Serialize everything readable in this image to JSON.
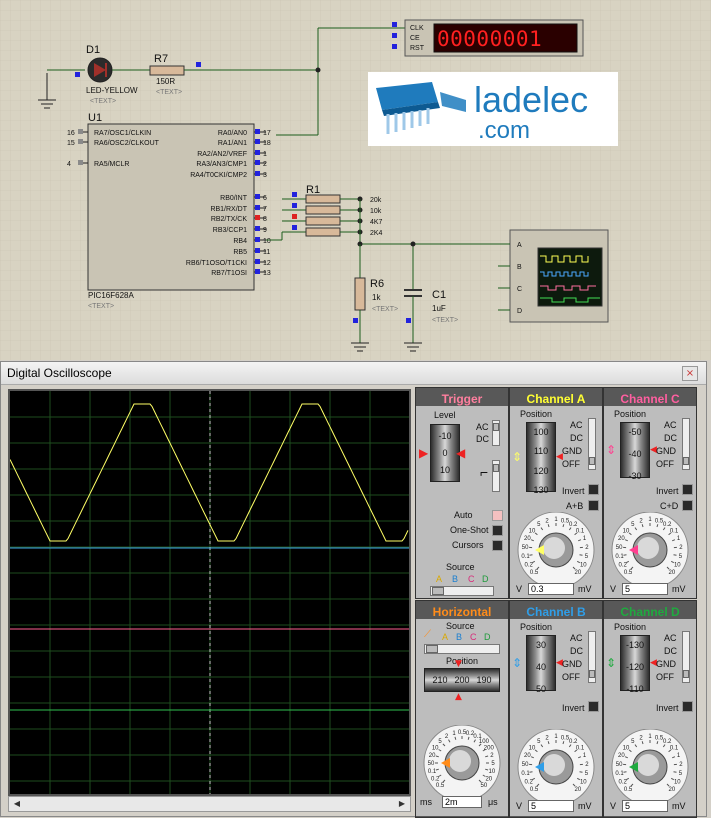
{
  "schematic": {
    "d1": {
      "ref": "D1",
      "value": "LED-YELLOW",
      "text": "<TEXT>"
    },
    "r7": {
      "ref": "R7",
      "value": "150R",
      "text": "<TEXT>"
    },
    "u1": {
      "ref": "U1",
      "part": "PIC16F628A",
      "text": "<TEXT>",
      "left_pins": [
        {
          "num": "16",
          "name": "RA7/OSC1/CLKIN"
        },
        {
          "num": "15",
          "name": "RA6/OSC2/CLKOUT"
        },
        {
          "num": "4",
          "name": "RA5/MCLR"
        }
      ],
      "right_pins": [
        {
          "num": "17",
          "name": "RA0/AN0"
        },
        {
          "num": "18",
          "name": "RA1/AN1"
        },
        {
          "num": "1",
          "name": "RA2/AN2/VREF"
        },
        {
          "num": "2",
          "name": "RA3/AN3/CMP1"
        },
        {
          "num": "3",
          "name": "RA4/T0CKI/CMP2"
        },
        {
          "num": "6",
          "name": "RB0/INT"
        },
        {
          "num": "7",
          "name": "RB1/RX/DT"
        },
        {
          "num": "8",
          "name": "RB2/TX/CK"
        },
        {
          "num": "9",
          "name": "RB3/CCP1"
        },
        {
          "num": "10",
          "name": "RB4"
        },
        {
          "num": "11",
          "name": "RB5"
        },
        {
          "num": "12",
          "name": "RB6/T1OSO/T1CKI"
        },
        {
          "num": "13",
          "name": "RB7/T1OSI"
        }
      ]
    },
    "r1": {
      "ref": "R1",
      "values": [
        "20k",
        "10k",
        "4K7",
        "2K4"
      ]
    },
    "r6": {
      "ref": "R6",
      "value": "1k",
      "text": "<TEXT>"
    },
    "c1": {
      "ref": "C1",
      "value": "1uF",
      "text": "<TEXT>"
    },
    "counter": {
      "pins": [
        "CLK",
        "CE",
        "RST"
      ],
      "display": "00000001"
    },
    "scope_block": {
      "pins": [
        "A",
        "B",
        "C",
        "D"
      ]
    },
    "logo": {
      "line1": "ladelec",
      "line2": ".com"
    }
  },
  "osc": {
    "title": "Digital Oscilloscope",
    "close": "×",
    "trigger": {
      "title": "Trigger",
      "level_label": "Level",
      "drum": [
        "-10",
        "0",
        "10"
      ],
      "ac": "AC",
      "dc": "DC",
      "auto": "Auto",
      "oneshot": "One-Shot",
      "cursors": "Cursors",
      "source_label": "Source",
      "sources": [
        "A",
        "B",
        "C",
        "D"
      ]
    },
    "channel_a": {
      "title": "Channel A",
      "position_label": "Position",
      "drum": [
        "100",
        "110",
        "120",
        "130"
      ],
      "modes": [
        "AC",
        "DC",
        "GND",
        "OFF"
      ],
      "invert": "Invert",
      "combo": "A+B",
      "dial_ticks": [
        "0.5",
        "0.2",
        "0.1",
        "50",
        "20",
        "10",
        "5",
        "2",
        "1",
        "0.5",
        "0.2",
        "0.1",
        "1",
        "2",
        "5",
        "10",
        "20"
      ],
      "volts": "V",
      "value": "0.3",
      "unit": "mV"
    },
    "channel_c": {
      "title": "Channel C",
      "position_label": "Position",
      "drum": [
        "-50",
        "-40",
        "-30"
      ],
      "modes": [
        "AC",
        "DC",
        "GND",
        "OFF"
      ],
      "invert": "Invert",
      "combo": "C+D",
      "dial_ticks": [
        "0.5",
        "0.2",
        "0.1",
        "50",
        "20",
        "10",
        "5",
        "2",
        "1",
        "0.5",
        "0.2",
        "0.1",
        "1",
        "2",
        "5",
        "10",
        "20"
      ],
      "volts": "V",
      "value": "5",
      "unit": "mV"
    },
    "horizontal": {
      "title": "Horizontal",
      "source_label": "Source",
      "sources": [
        "A",
        "B",
        "C",
        "D"
      ],
      "position_label": "Position",
      "drum": [
        "210",
        "200",
        "190"
      ],
      "dial_ticks": [
        "0.5",
        "0.2",
        "0.1",
        "50",
        "20",
        "10",
        "5",
        "2",
        "1",
        "0.5",
        "0.2",
        "0.1",
        "100",
        "200",
        "2",
        "5",
        "10",
        "20",
        "50"
      ],
      "ms": "ms",
      "value": "2m",
      "unit": "μs"
    },
    "channel_b": {
      "title": "Channel B",
      "position_label": "Position",
      "drum": [
        "30",
        "40",
        "50"
      ],
      "modes": [
        "AC",
        "DC",
        "GND",
        "OFF"
      ],
      "invert": "Invert",
      "dial_ticks": [
        "0.5",
        "0.2",
        "0.1",
        "50",
        "20",
        "10",
        "5",
        "2",
        "1",
        "0.5",
        "0.2",
        "0.1",
        "1",
        "2",
        "5",
        "10",
        "20"
      ],
      "volts": "V",
      "value": "5",
      "unit": "mV"
    },
    "channel_d": {
      "title": "Channel D",
      "position_label": "Position",
      "drum": [
        "-130",
        "-120",
        "-110"
      ],
      "modes": [
        "AC",
        "DC",
        "GND",
        "OFF"
      ],
      "invert": "Invert",
      "dial_ticks": [
        "0.5",
        "0.2",
        "0.1",
        "50",
        "20",
        "10",
        "5",
        "2",
        "1",
        "0.5",
        "0.2",
        "0.1",
        "1",
        "2",
        "5",
        "10",
        "20"
      ],
      "volts": "V",
      "value": "5",
      "unit": "mV"
    },
    "colors": {
      "a": "#ffff66",
      "b": "#3fa6e8",
      "c": "#ff5fa0",
      "d": "#2fbf4f",
      "trigger": "#ff7f9f",
      "horizontal": "#ff8c1a"
    }
  }
}
